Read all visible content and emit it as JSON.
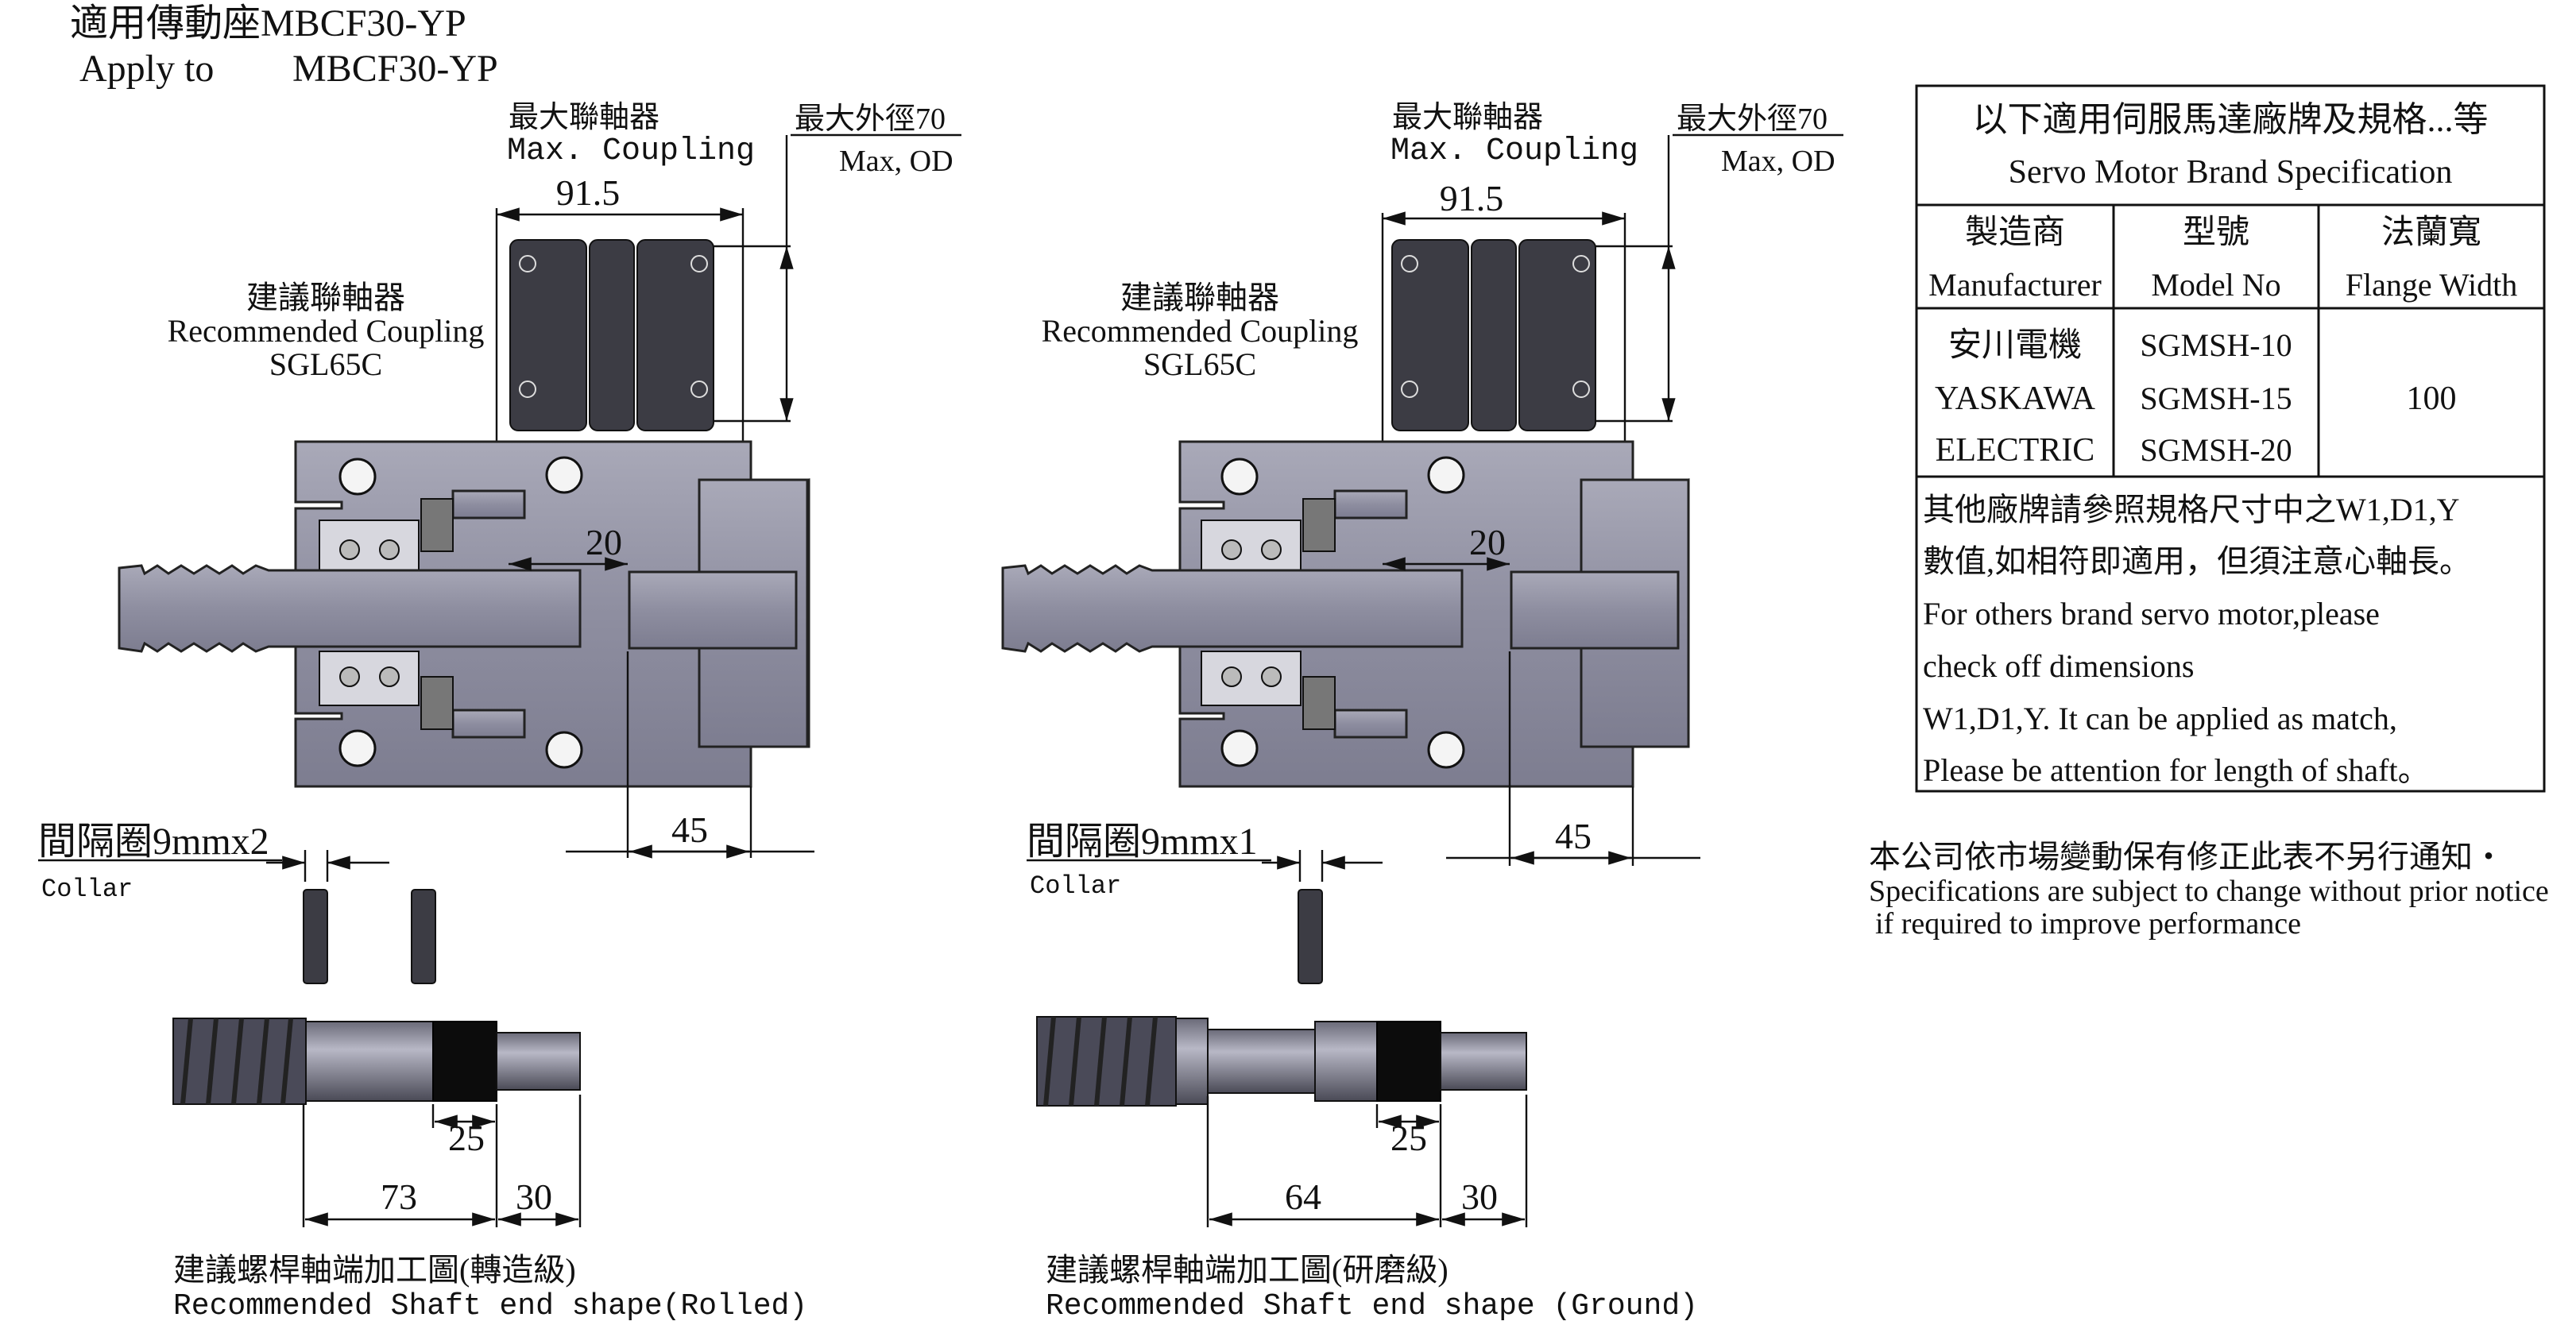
{
  "header": {
    "title_zh": "適用傳動座MBCF30-YP",
    "apply_to_label": "Apply to",
    "apply_to_model": "MBCF30-YP"
  },
  "left_view": {
    "max_coupling_zh": "最大聯軸器",
    "max_coupling_en": "Max. Coupling",
    "max_od_zh": "最大外徑70",
    "max_od_en": "Max, OD",
    "dim_coupling": "91.5",
    "rec_coupling_zh": "建議聯軸器",
    "rec_coupling_en": "Recommended Coupling",
    "rec_coupling_model": "SGL65C",
    "dim_20": "20",
    "dim_45": "45",
    "collar_zh": "間隔圈9mmx2",
    "collar_en": "Collar",
    "dim_25": "25",
    "dim_73": "73",
    "dim_30": "30",
    "shaft_zh": "建議螺桿軸端加工圖(轉造級)",
    "shaft_en": "Recommended Shaft end shape(Rolled)"
  },
  "right_view": {
    "max_coupling_zh": "最大聯軸器",
    "max_coupling_en": "Max. Coupling",
    "max_od_zh": "最大外徑70",
    "max_od_en": "Max, OD",
    "dim_coupling": "91.5",
    "rec_coupling_zh": "建議聯軸器",
    "rec_coupling_en": "Recommended Coupling",
    "rec_coupling_model": "SGL65C",
    "dim_20": "20",
    "dim_45": "45",
    "collar_zh": "間隔圈9mmx1",
    "collar_en": "Collar",
    "dim_25": "25",
    "dim_64": "64",
    "dim_30": "30",
    "shaft_zh": "建議螺桿軸端加工圖(研磨級)",
    "shaft_en": "Recommended Shaft end shape (Ground)"
  },
  "spec_table": {
    "title_zh": "以下適用伺服馬達廠牌及規格...等",
    "title_en": "Servo Motor Brand Specification",
    "headers": [
      {
        "zh": "製造商",
        "en": "Manufacturer"
      },
      {
        "zh": "型號",
        "en": "Model No"
      },
      {
        "zh": "法蘭寬",
        "en": "Flange Width"
      }
    ],
    "manufacturer": [
      "安川電機",
      "YASKAWA",
      "ELECTRIC"
    ],
    "models": [
      "SGMSH-10",
      "SGMSH-15",
      "SGMSH-20"
    ],
    "flange_width": "100",
    "notes": [
      "其他廠牌請參照規格尺寸中之W1,D1,Y",
      "數值,如相符即適用，但須注意心軸長。",
      "For others brand servo motor,please",
      "check off dimensions",
      "W1,D1,Y. It can be applied as match,",
      "Please be attention for length of shaft。"
    ]
  },
  "disclaimer": {
    "zh": "本公司依市場變動保有修正此表不另行通知・",
    "en1": "Specifications are subject to change without prior notice",
    "en2": "if required to improve performance"
  }
}
